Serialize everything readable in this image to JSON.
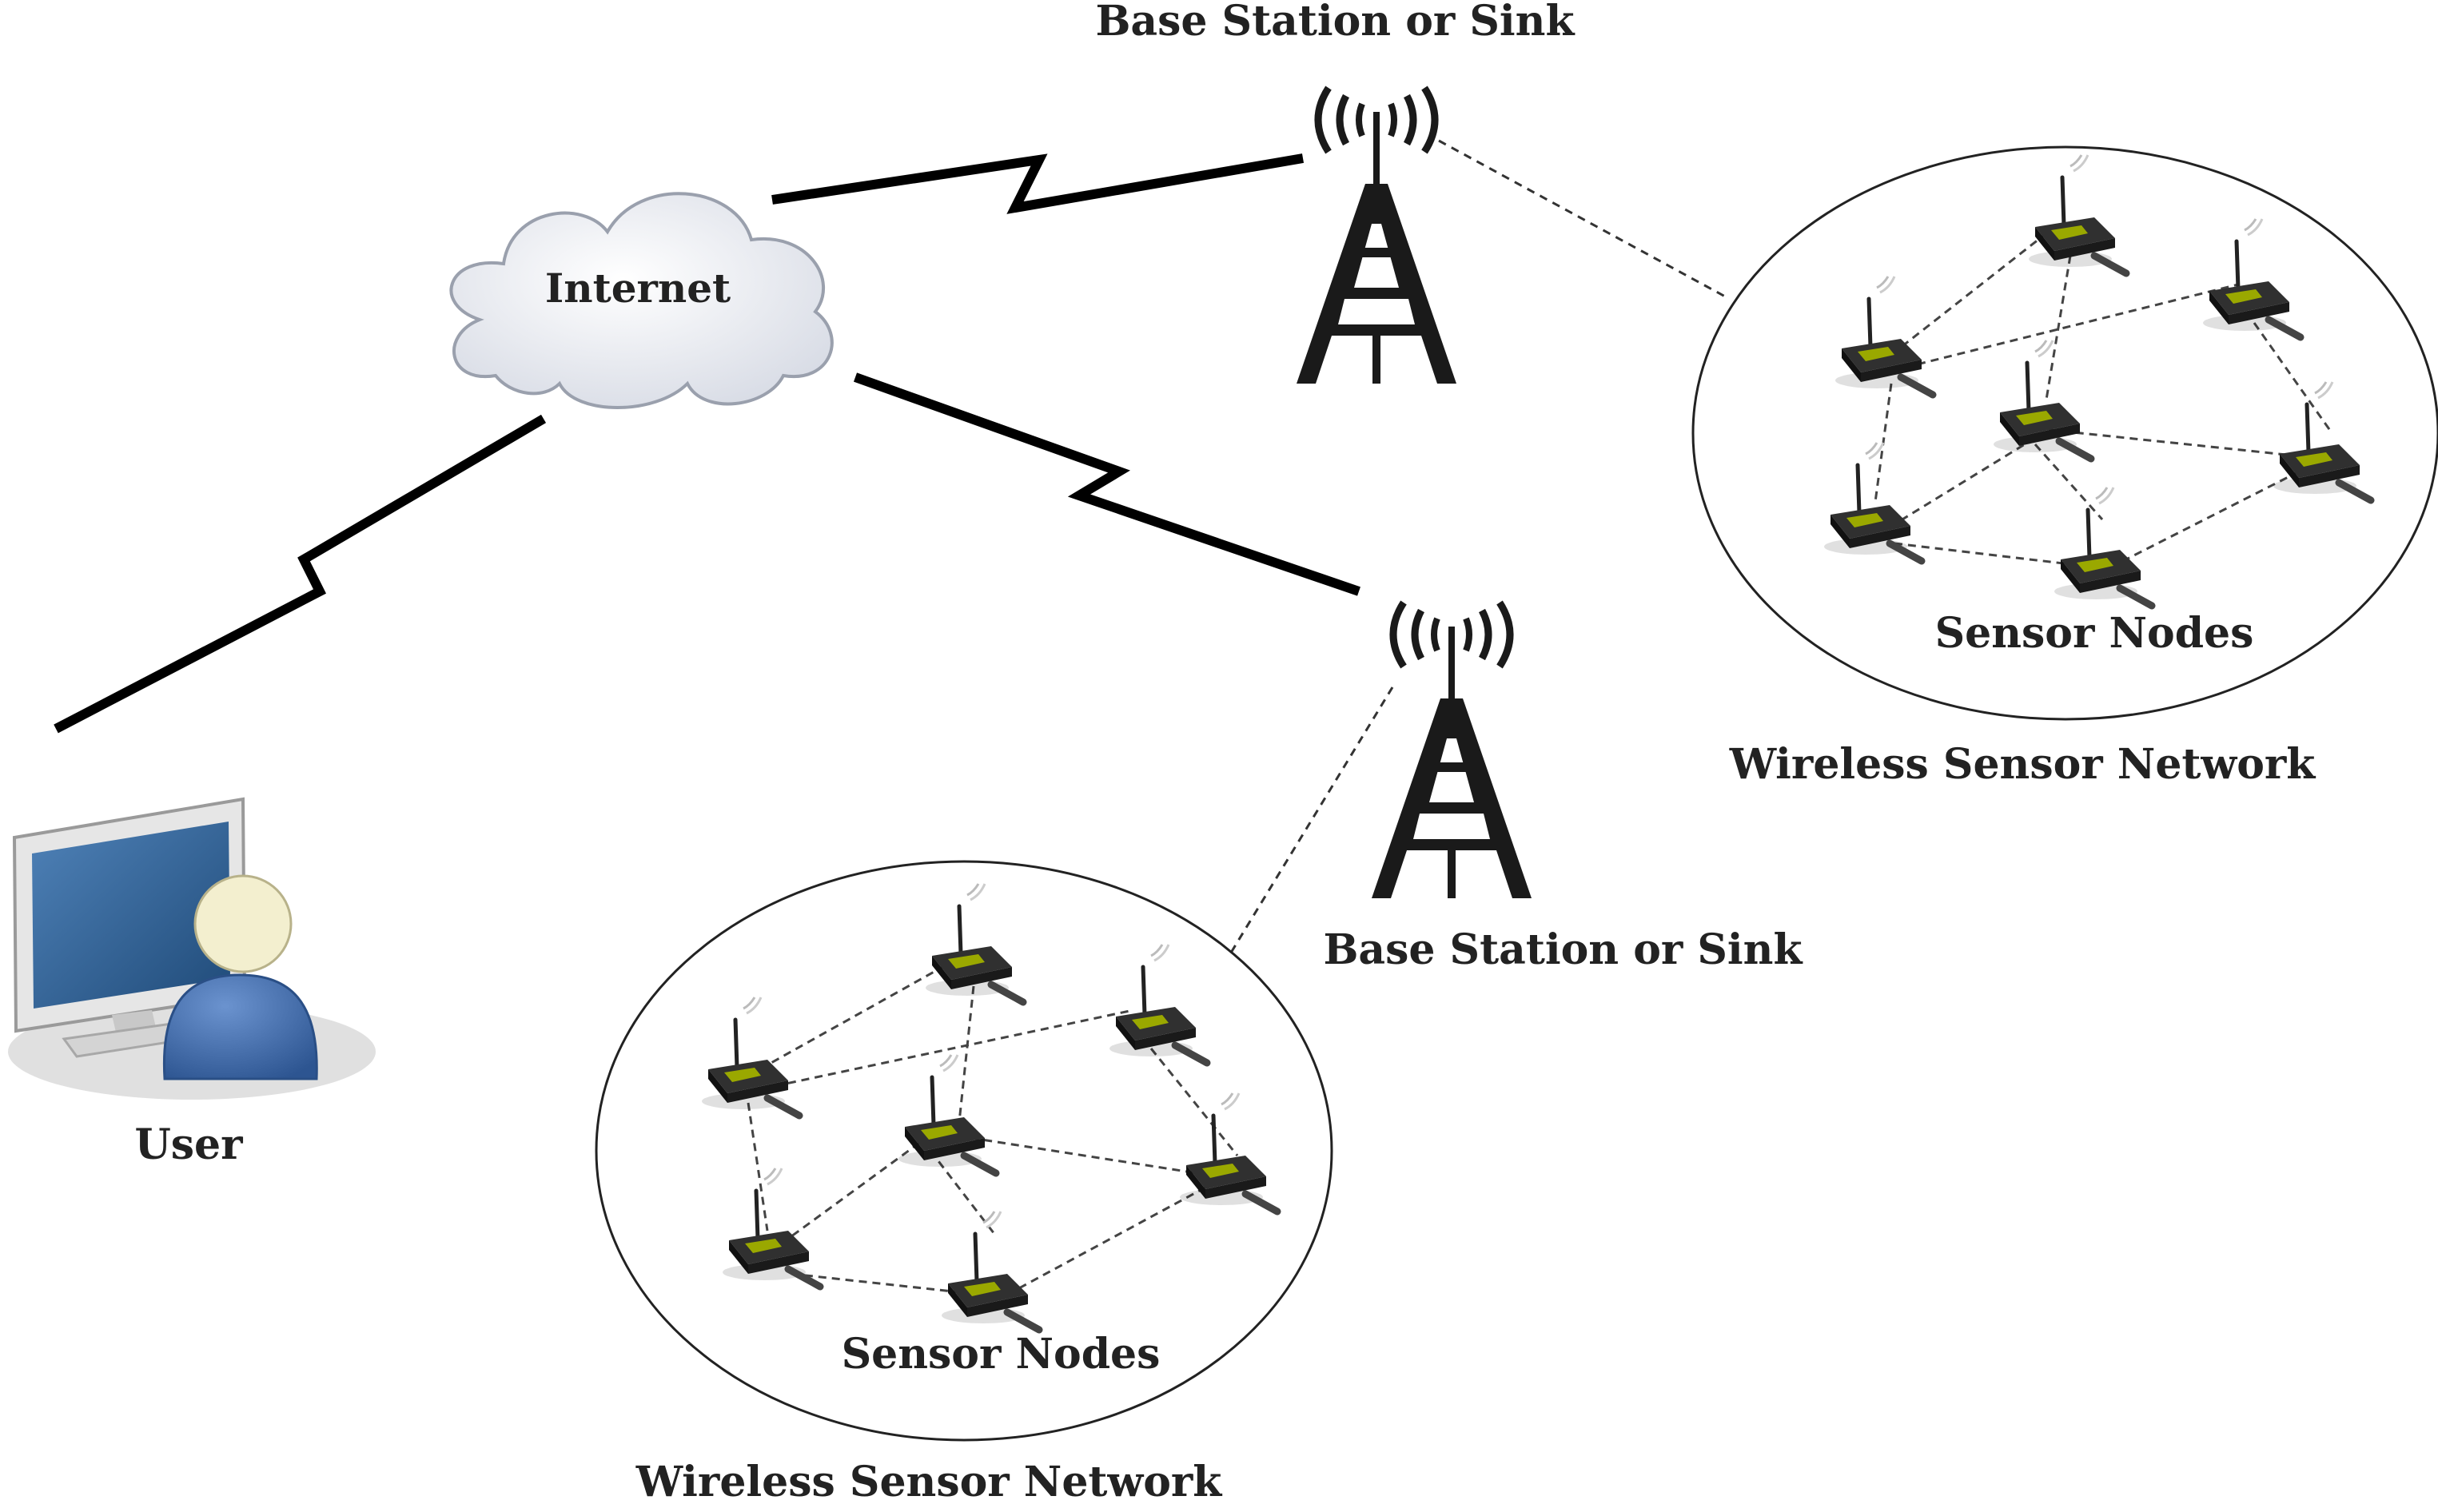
{
  "labels": {
    "base_station_top": "Base Station or Sink",
    "base_station_bottom": "Base Station or Sink",
    "internet": "Internet",
    "user": "User",
    "sensor_nodes_right": "Sensor Nodes",
    "sensor_nodes_left": "Sensor Nodes",
    "wsn_right": "Wireless Sensor Network",
    "wsn_left": "Wireless Sensor Network"
  },
  "colors": {
    "monitor_screen": "#2f5f8f",
    "person_body": "#3e6aa8",
    "person_head": "#f3efcf",
    "cloud_fill": "#eef0f5",
    "tower": "#1a1a1a",
    "sensor_body": "#2a2a2a",
    "sensor_screen": "#9aa800"
  },
  "icons": [
    "monitor-icon",
    "user-icon",
    "cloud-icon",
    "tower-icon",
    "sensor-node-icon"
  ]
}
